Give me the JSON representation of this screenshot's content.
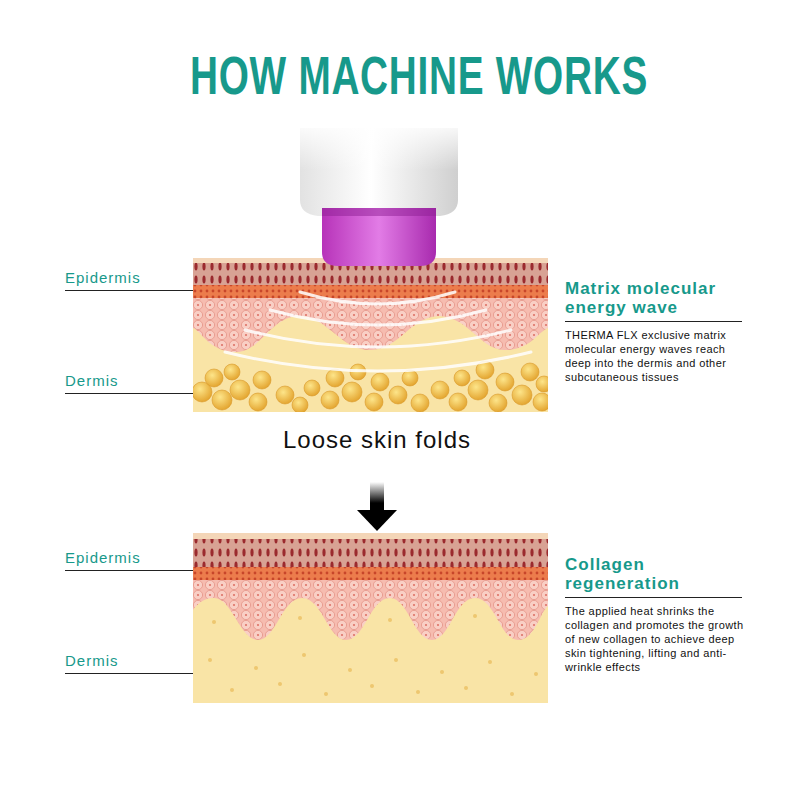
{
  "diagram": {
    "title": "HOW MACHINE WORKS",
    "labels": [
      "Epidermis",
      "Dermis",
      "Matrix molecular energy wave",
      "THERMA FLX exclusive matrix molecular energy waves reach deep into the dermis and other subcutaneous tissues",
      "Loose skin folds",
      "Epidermis",
      "Dermis",
      "Collagen regeneration",
      "The applied heat shrinks the collagen and promotes the growth of new collagen to achieve deep skin tightening, lifting and anti-wrinkle effects"
    ]
  }
}
